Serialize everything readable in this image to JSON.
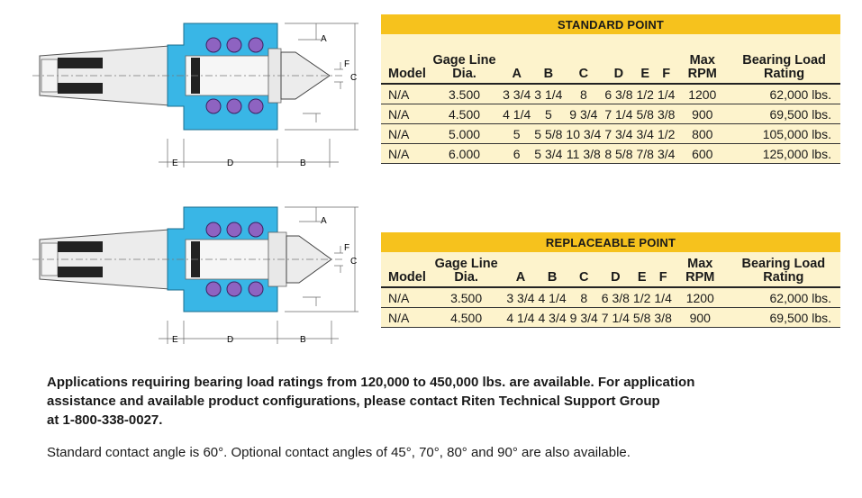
{
  "standard_point": {
    "title": "STANDARD POINT",
    "headers": [
      "Model",
      "Gage Line Dia.",
      "A",
      "B",
      "C",
      "D",
      "E",
      "F",
      "Max RPM",
      "Bearing Load Rating"
    ],
    "rows": [
      [
        "N/A",
        "3.500",
        "3 3/4",
        "3 1/4",
        "8",
        "6 3/8",
        "1/2",
        "1/4",
        "1200",
        "62,000 lbs."
      ],
      [
        "N/A",
        "4.500",
        "4 1/4",
        "5",
        "9 3/4",
        "7 1/4",
        "5/8",
        "3/8",
        "900",
        "69,500 lbs."
      ],
      [
        "N/A",
        "5.000",
        "5",
        "5 5/8",
        "10 3/4",
        "7 3/4",
        "3/4",
        "1/2",
        "800",
        "105,000 lbs."
      ],
      [
        "N/A",
        "6.000",
        "6",
        "5 3/4",
        "11 3/8",
        "8 5/8",
        "7/8",
        "3/4",
        "600",
        "125,000 lbs."
      ]
    ]
  },
  "replaceable_point": {
    "title": "REPLACEABLE POINT",
    "headers": [
      "Model",
      "Gage Line Dia.",
      "A",
      "B",
      "C",
      "D",
      "E",
      "F",
      "Max RPM",
      "Bearing Load Rating"
    ],
    "rows": [
      [
        "N/A",
        "3.500",
        "3 3/4",
        "4 1/4",
        "8",
        "6 3/8",
        "1/2",
        "1/4",
        "1200",
        "62,000 lbs."
      ],
      [
        "N/A",
        "4.500",
        "4 1/4",
        "4 3/4",
        "9 3/4",
        "7 1/4",
        "5/8",
        "3/8",
        "900",
        "69,500 lbs."
      ]
    ]
  },
  "diagram_labels": {
    "a": "A",
    "b": "B",
    "c": "C",
    "d": "D",
    "e": "E",
    "f": "F"
  },
  "notes": {
    "line1": "Applications requiring bearing load ratings from 120,000 to 450,000 lbs. are available. For application",
    "line2": "assistance and available product configurations, please contact Riten Technical Support Group",
    "line3": "at 1-800-338-0027.",
    "angle": "Standard contact angle is 60°.  Optional contact angles of 45°, 70°, 80° and 90° are also available."
  },
  "colors": {
    "housing": "#39b6e6",
    "bearing": "#8e63c1",
    "title_bar": "#f6c21d",
    "table_bg": "#fdf3cc"
  }
}
